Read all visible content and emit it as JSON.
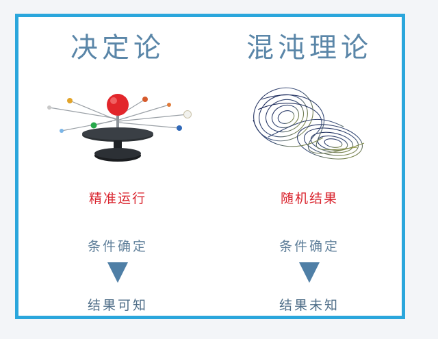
{
  "left": {
    "title": "决定论",
    "illustration_icon": "orrery-icon",
    "result": "精准运行",
    "condition": "条件确定",
    "conclusion": "结果可知"
  },
  "right": {
    "title": "混沌理论",
    "illustration_icon": "lorenz-attractor-icon",
    "result": "随机结果",
    "condition": "条件确定",
    "conclusion": "结果未知"
  },
  "colors": {
    "frame": "#2aa6dc",
    "heading": "#5a86a8",
    "result": "#d9232d",
    "arrow": "#4f7fa6"
  }
}
